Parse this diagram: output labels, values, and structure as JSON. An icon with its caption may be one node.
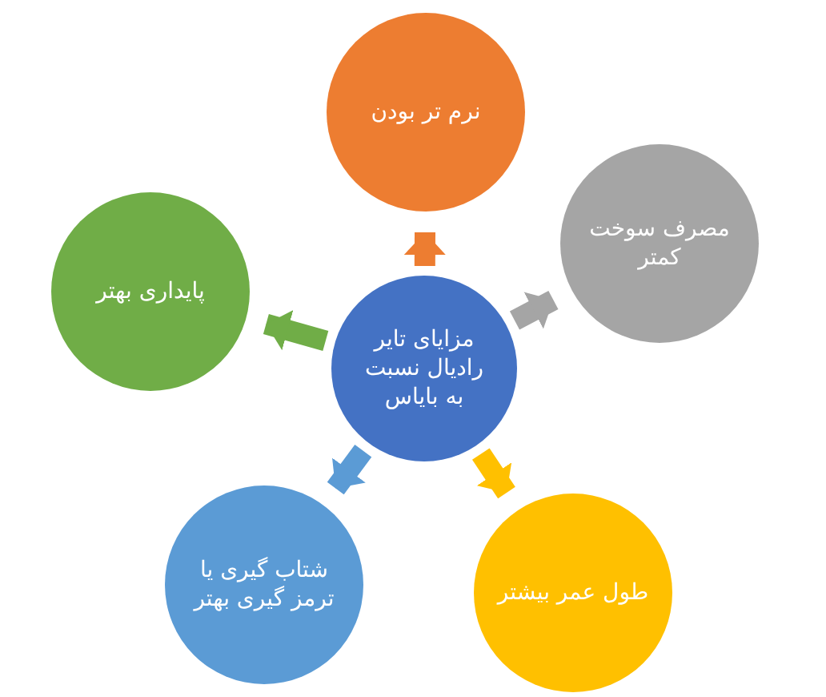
{
  "diagram": {
    "nodes": [
      {
        "text": [
          "مزایای تایر رادیال نسبت به بایاس"
        ]
      },
      {
        "text": [
          "نرم تر بودن"
        ]
      },
      {
        "text": [
          "مصرف سوخت کمتر"
        ]
      },
      {
        "text": [
          "طول عمر بیشتر"
        ]
      },
      {
        "text": [
          "شتاب گیری یا ترمز گیری بهتر"
        ]
      },
      {
        "text": [
          "پایداری بهتر"
        ]
      }
    ],
    "edges": [
      {
        "from": 0,
        "to": 1,
        "arrow": "to",
        "color": "#ed7d31"
      },
      {
        "from": 0,
        "to": 2,
        "arrow": "to",
        "color": "#a5a5a5"
      },
      {
        "from": 0,
        "to": 3,
        "arrow": "to",
        "color": "#ffc000"
      },
      {
        "from": 0,
        "to": 4,
        "arrow": "to",
        "color": "#5b9bd5"
      },
      {
        "from": 0,
        "to": 5,
        "arrow": "to",
        "color": "#70ad47"
      }
    ]
  }
}
